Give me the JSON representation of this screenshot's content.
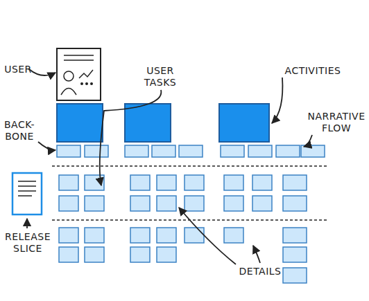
{
  "diagram": {
    "labels": [
      "USER",
      "USER TASKS",
      "ACTIVITIES",
      "BACK- BONE",
      "NARRATIVE FLOW",
      "RELEASE SLICE",
      "DETAILS"
    ]
  }
}
